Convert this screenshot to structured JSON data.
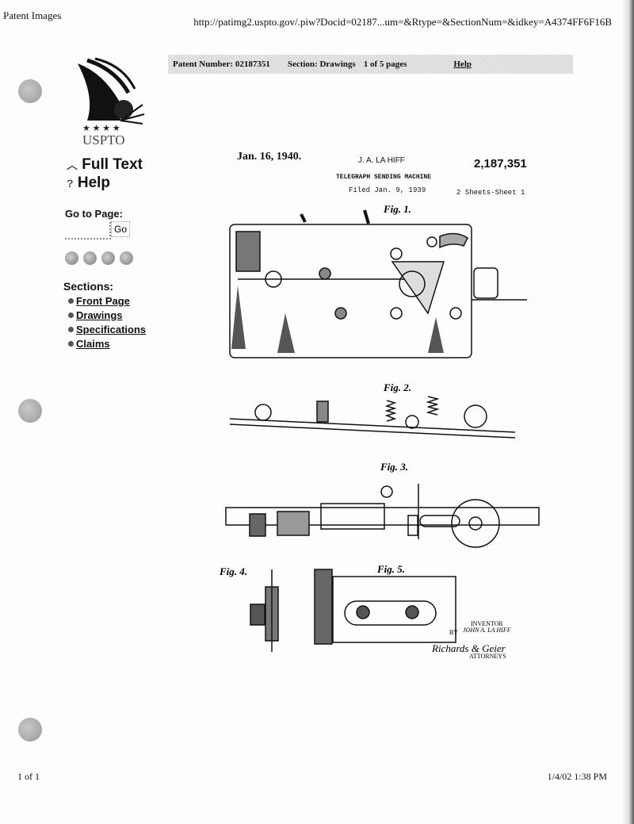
{
  "print_header": {
    "title": "Patent Images",
    "url": "http://patimg2.uspto.gov/.piw?Docid=02187...um=&Rtype=&SectionNum=&idkey=A4374FF6F16B"
  },
  "navbar": {
    "patent_number": "Patent Number: 02187351",
    "section": "Section: Drawings",
    "pages": "1 of 5 pages",
    "help": "Help"
  },
  "sidebar": {
    "logo_text": "USPTO",
    "full_text": "Full Text",
    "help": "Help",
    "goto_label": "Go to Page:",
    "goto_value": "",
    "go_button": "Go",
    "sections_label": "Sections:",
    "sections": [
      {
        "label": "Front Page"
      },
      {
        "label": "Drawings"
      },
      {
        "label": "Specifications"
      },
      {
        "label": "Claims"
      }
    ]
  },
  "drawing": {
    "date": "Jan. 16, 1940.",
    "inventor_header": "J. A. LA HIFF",
    "patent_no": "2,187,351",
    "title": "TELEGRAPH SENDING MACHINE",
    "filed": "Filed Jan. 9, 1939",
    "sheets": "2 Sheets-Sheet 1",
    "figures": [
      "Fig. 1.",
      "Fig. 2.",
      "Fig. 3.",
      "Fig. 4.",
      "Fig. 5."
    ],
    "inventor_label": "INVENTOR",
    "inventor_name": "JOHN A. LA HIFF",
    "by": "BY",
    "signature": "Richards & Geier",
    "attorneys": "ATTORNEYS"
  },
  "footer": {
    "page": "1 of 1",
    "timestamp": "1/4/02 1:38 PM"
  }
}
